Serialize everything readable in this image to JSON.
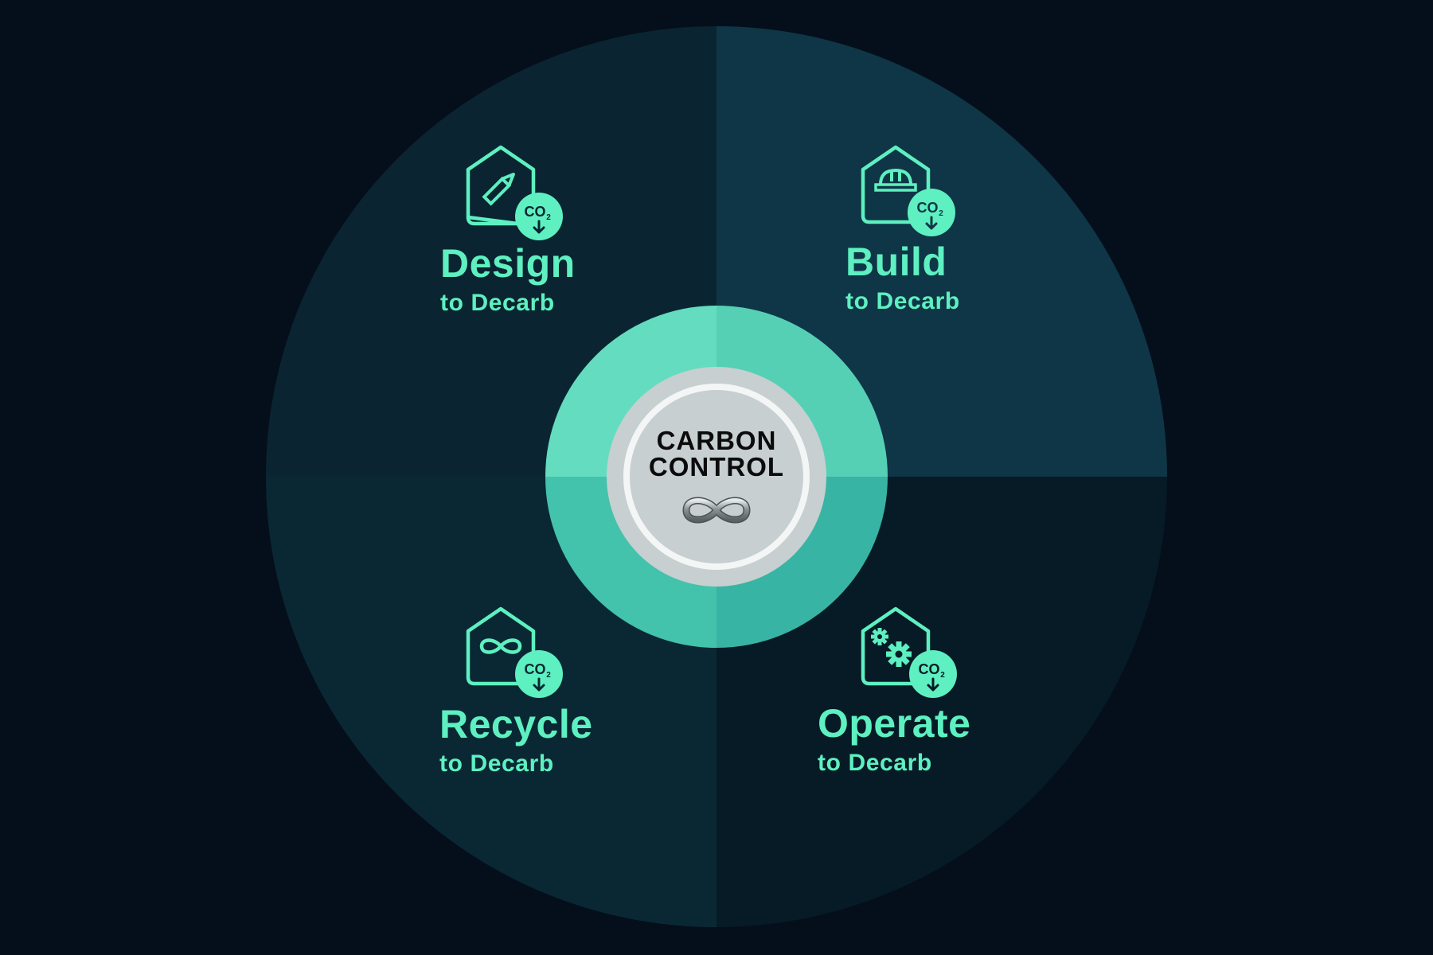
{
  "diagram": {
    "type": "circular-cycle",
    "center": {
      "line1": "CARBON",
      "line2": "CONTROL",
      "icon": "infinity-icon"
    },
    "quadrants": [
      {
        "id": "design",
        "position": "top-left",
        "title": "Design",
        "subtitle": "to Decarb",
        "icon": "house-pencil-co2-icon",
        "color": "#0a2531"
      },
      {
        "id": "build",
        "position": "top-right",
        "title": "Build",
        "subtitle": "to Decarb",
        "icon": "house-hardhat-co2-icon",
        "color": "#0f3646"
      },
      {
        "id": "recycle",
        "position": "bottom-left",
        "title": "Recycle",
        "subtitle": "to Decarb",
        "icon": "house-infinity-co2-icon",
        "color": "#0a2834"
      },
      {
        "id": "operate",
        "position": "bottom-right",
        "title": "Operate",
        "subtitle": "to Decarb",
        "icon": "house-gears-co2-icon",
        "color": "#061b26"
      }
    ],
    "co2_badge": {
      "text": "CO",
      "subscript": "2",
      "arrow": "down"
    },
    "colors": {
      "background": "#050f1c",
      "accent": "#5ef0c0",
      "ring_top_left": "#64dcbf",
      "ring_top_right": "#56d0b5",
      "ring_bottom_left": "#43c2ac",
      "ring_bottom_right": "#38b4a4",
      "core": "#c7cfd0",
      "core_ring": "#f4f6f6",
      "center_text": "#0b0b0b"
    }
  }
}
